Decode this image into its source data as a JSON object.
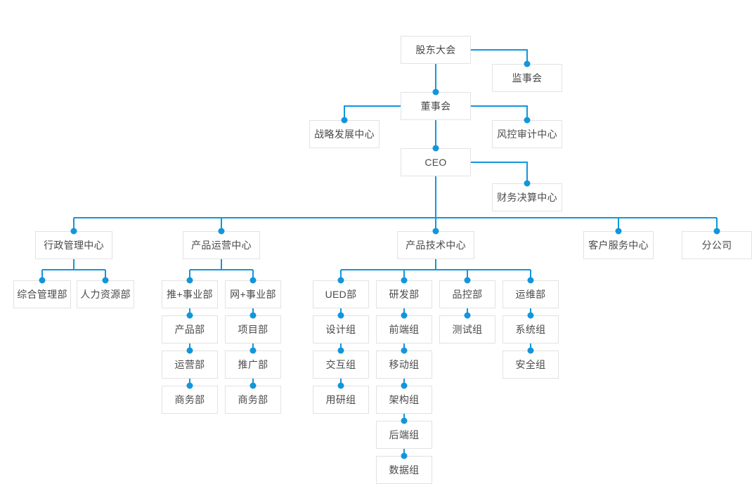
{
  "chart_data": {
    "type": "diagram",
    "title": "",
    "diagram_kind": "organization-chart",
    "orientation": "top-down",
    "colors": {
      "connector_line": "#1296db",
      "connector_dot": "#1296db",
      "node_border": "#e2e2e2",
      "node_background": "#ffffff",
      "node_text": "#4a4a4a",
      "canvas_background": "#ffffff"
    },
    "levels": [
      {
        "level": 1,
        "nodes": [
          "股东大会"
        ]
      },
      {
        "level": 2,
        "nodes": [
          "监事会",
          "董事会"
        ]
      },
      {
        "level": 3,
        "nodes": [
          "战略发展中心",
          "风控审计中心",
          "CEO"
        ]
      },
      {
        "level": 4,
        "nodes": [
          "财务决算中心"
        ]
      },
      {
        "level": 5,
        "nodes": [
          "行政管理中心",
          "产品运营中心",
          "产品技术中心",
          "客户服务中心",
          "分公司"
        ]
      }
    ],
    "edges": [
      {
        "from": "股东大会",
        "to": "监事会"
      },
      {
        "from": "股东大会",
        "to": "董事会"
      },
      {
        "from": "董事会",
        "to": "战略发展中心"
      },
      {
        "from": "董事会",
        "to": "风控审计中心"
      },
      {
        "from": "董事会",
        "to": "CEO"
      },
      {
        "from": "CEO",
        "to": "财务决算中心"
      },
      {
        "from": "CEO",
        "to": "行政管理中心"
      },
      {
        "from": "CEO",
        "to": "产品运营中心"
      },
      {
        "from": "CEO",
        "to": "产品技术中心"
      },
      {
        "from": "CEO",
        "to": "客户服务中心"
      },
      {
        "from": "CEO",
        "to": "分公司"
      },
      {
        "from": "行政管理中心",
        "to": "综合管理部"
      },
      {
        "from": "行政管理中心",
        "to": "人力资源部"
      },
      {
        "from": "产品运营中心",
        "to": "推+事业部"
      },
      {
        "from": "产品运营中心",
        "to": "网+事业部"
      },
      {
        "from": "推+事业部",
        "to": "产品部"
      },
      {
        "from": "产品部",
        "to": "运营部"
      },
      {
        "from": "运营部",
        "to": "商务部"
      },
      {
        "from": "网+事业部",
        "to": "项目部"
      },
      {
        "from": "项目部",
        "to": "推广部"
      },
      {
        "from": "推广部",
        "to": "商务部"
      },
      {
        "from": "产品技术中心",
        "to": "UED部"
      },
      {
        "from": "产品技术中心",
        "to": "研发部"
      },
      {
        "from": "产品技术中心",
        "to": "品控部"
      },
      {
        "from": "产品技术中心",
        "to": "运维部"
      },
      {
        "from": "UED部",
        "to": "设计组"
      },
      {
        "from": "设计组",
        "to": "交互组"
      },
      {
        "from": "交互组",
        "to": "用研组"
      },
      {
        "from": "研发部",
        "to": "前端组"
      },
      {
        "from": "前端组",
        "to": "移动组"
      },
      {
        "from": "移动组",
        "to": "架构组"
      },
      {
        "from": "架构组",
        "to": "后端组"
      },
      {
        "from": "后端组",
        "to": "数据组"
      },
      {
        "from": "品控部",
        "to": "测试组"
      },
      {
        "from": "运维部",
        "to": "系统组"
      },
      {
        "from": "系统组",
        "to": "安全组"
      }
    ]
  },
  "nodes": {
    "shareholders_meeting": {
      "label": "股东大会"
    },
    "supervisory_board": {
      "label": "监事会"
    },
    "board_of_directors": {
      "label": "董事会"
    },
    "strategy_development_center": {
      "label": "战略发展中心"
    },
    "risk_audit_center": {
      "label": "风控审计中心"
    },
    "ceo": {
      "label": "CEO"
    },
    "finance_settlement_center": {
      "label": "财务决算中心"
    },
    "admin_management_center": {
      "label": "行政管理中心"
    },
    "product_operations_center": {
      "label": "产品运营中心"
    },
    "product_technology_center": {
      "label": "产品技术中心"
    },
    "customer_service_center": {
      "label": "客户服务中心"
    },
    "branch_company": {
      "label": "分公司"
    },
    "general_management_dept": {
      "label": "综合管理部"
    },
    "human_resources_dept": {
      "label": "人力资源部"
    },
    "tui_plus_division": {
      "label": "推+事业部"
    },
    "wang_plus_division": {
      "label": "网+事业部"
    },
    "product_dept": {
      "label": "产品部"
    },
    "project_dept": {
      "label": "项目部"
    },
    "operations_dept": {
      "label": "运营部"
    },
    "promotion_dept": {
      "label": "推广部"
    },
    "business_dept_left": {
      "label": "商务部"
    },
    "business_dept_right": {
      "label": "商务部"
    },
    "ued_dept": {
      "label": "UED部"
    },
    "rd_dept": {
      "label": "研发部"
    },
    "qa_dept": {
      "label": "品控部"
    },
    "ops_dept": {
      "label": "运维部"
    },
    "design_group": {
      "label": "设计组"
    },
    "frontend_group": {
      "label": "前端组"
    },
    "test_group": {
      "label": "测试组"
    },
    "system_group": {
      "label": "系统组"
    },
    "interaction_group": {
      "label": "交互组"
    },
    "mobile_group": {
      "label": "移动组"
    },
    "security_group": {
      "label": "安全组"
    },
    "user_research_group": {
      "label": "用研组"
    },
    "architecture_group": {
      "label": "架构组"
    },
    "backend_group": {
      "label": "后端组"
    },
    "data_group": {
      "label": "数据组"
    }
  }
}
